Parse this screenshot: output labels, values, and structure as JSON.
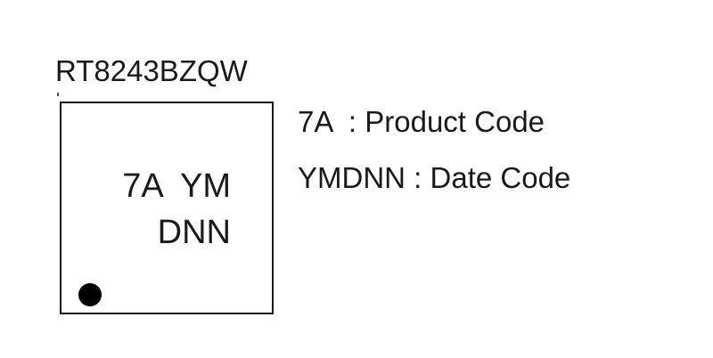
{
  "part_number": "RT8243BZQW",
  "package": {
    "marking_line1": "7A  YM",
    "marking_line2": "DNN"
  },
  "legend": [
    {
      "code": "7A  ",
      "separator": ": ",
      "description": "Product Code"
    },
    {
      "code": "YMDNN ",
      "separator": ": ",
      "description": "Date Code"
    }
  ]
}
